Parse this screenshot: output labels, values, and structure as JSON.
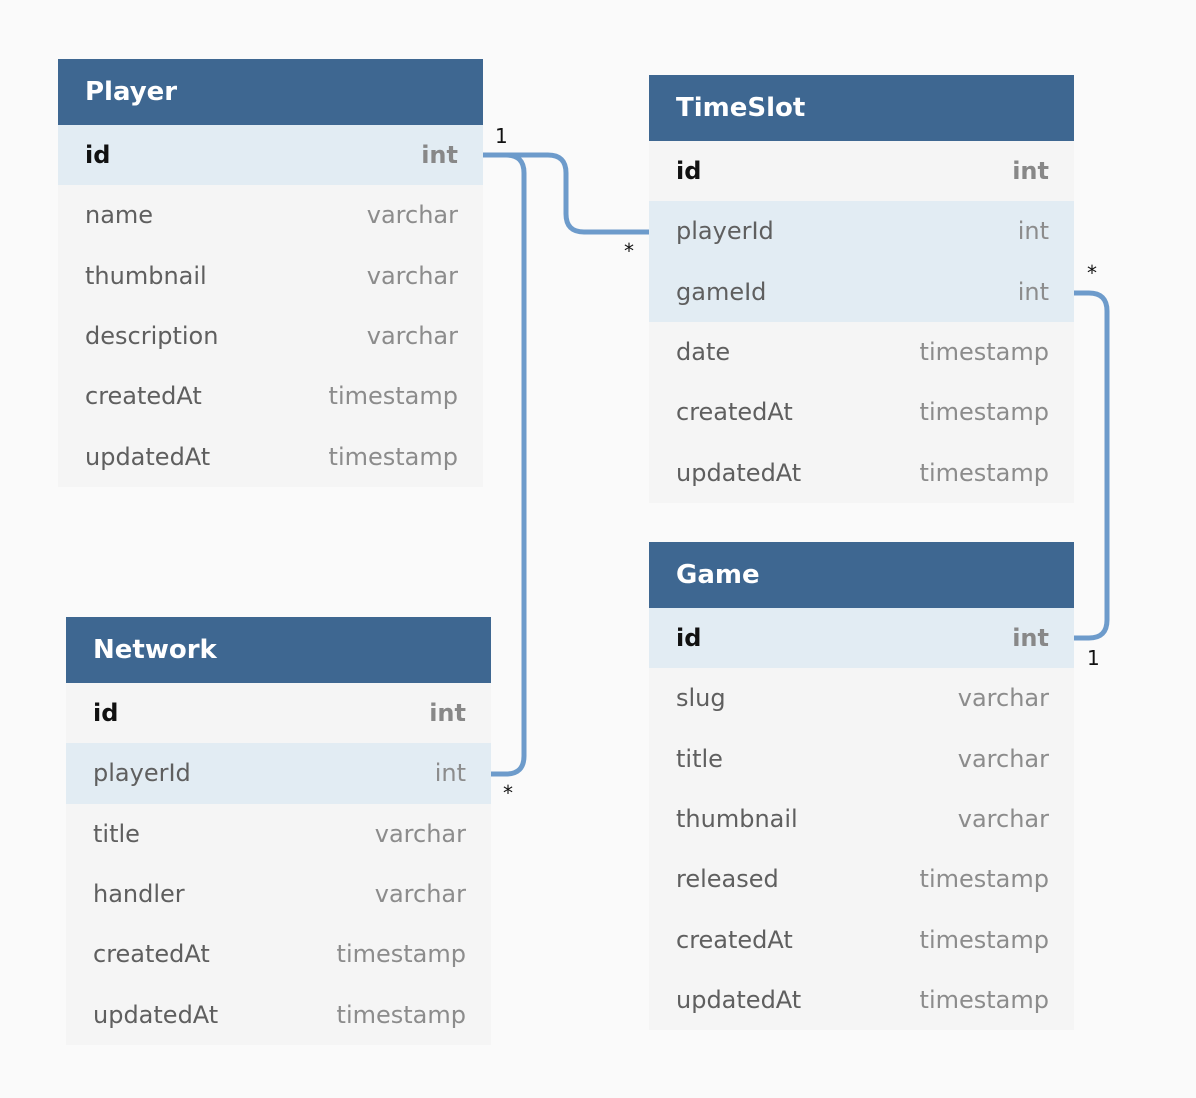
{
  "colors": {
    "header_bg": "#3e6791",
    "header_text": "#ffffff",
    "row_bg": "#f5f5f5",
    "highlight_bg": "#e2ecf3",
    "connector": "#6d9bcb",
    "canvas_bg": "#fafafa"
  },
  "tables": {
    "player": {
      "name": "Player",
      "columns": [
        {
          "name": "id",
          "type": "int"
        },
        {
          "name": "name",
          "type": "varchar"
        },
        {
          "name": "thumbnail",
          "type": "varchar"
        },
        {
          "name": "description",
          "type": "varchar"
        },
        {
          "name": "createdAt",
          "type": "timestamp"
        },
        {
          "name": "updatedAt",
          "type": "timestamp"
        }
      ]
    },
    "timeslot": {
      "name": "TimeSlot",
      "columns": [
        {
          "name": "id",
          "type": "int"
        },
        {
          "name": "playerId",
          "type": "int"
        },
        {
          "name": "gameId",
          "type": "int"
        },
        {
          "name": "date",
          "type": "timestamp"
        },
        {
          "name": "createdAt",
          "type": "timestamp"
        },
        {
          "name": "updatedAt",
          "type": "timestamp"
        }
      ]
    },
    "game": {
      "name": "Game",
      "columns": [
        {
          "name": "id",
          "type": "int"
        },
        {
          "name": "slug",
          "type": "varchar"
        },
        {
          "name": "title",
          "type": "varchar"
        },
        {
          "name": "thumbnail",
          "type": "varchar"
        },
        {
          "name": "released",
          "type": "timestamp"
        },
        {
          "name": "createdAt",
          "type": "timestamp"
        },
        {
          "name": "updatedAt",
          "type": "timestamp"
        }
      ]
    },
    "network": {
      "name": "Network",
      "columns": [
        {
          "name": "id",
          "type": "int"
        },
        {
          "name": "playerId",
          "type": "int"
        },
        {
          "name": "title",
          "type": "varchar"
        },
        {
          "name": "handler",
          "type": "varchar"
        },
        {
          "name": "createdAt",
          "type": "timestamp"
        },
        {
          "name": "updatedAt",
          "type": "timestamp"
        }
      ]
    }
  },
  "relations": {
    "player_timeslot": {
      "from_card": "1",
      "to_card": "*"
    },
    "player_network": {
      "to_card": "*"
    },
    "timeslot_game": {
      "from_card": "*",
      "to_card": "1"
    }
  }
}
